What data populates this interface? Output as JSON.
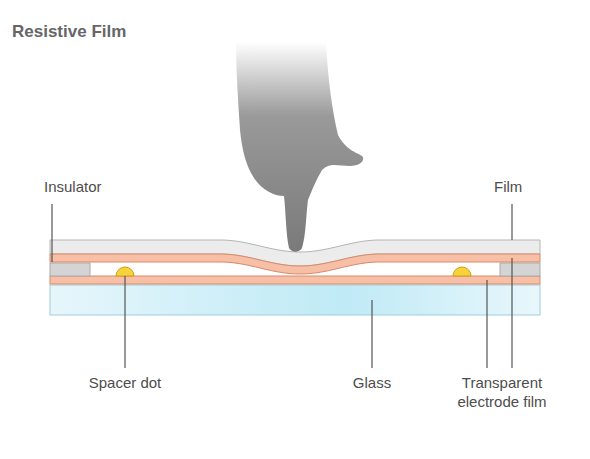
{
  "diagram": {
    "title": "Resistive Film",
    "labels": [
      "Insulator",
      "Film",
      "Spacer dot",
      "Glass",
      "Transparent electrode film"
    ]
  }
}
